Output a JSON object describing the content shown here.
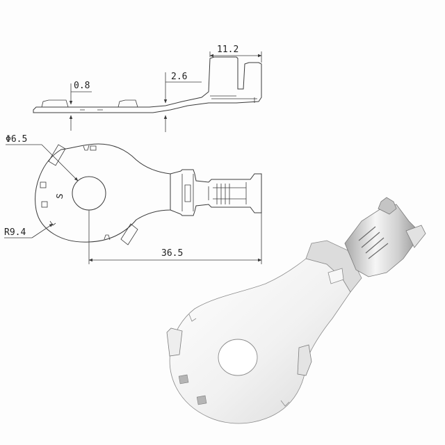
{
  "drawing": {
    "dims": {
      "length_total": "36.5",
      "crimp_length": "11.2",
      "offset_height": "2.6",
      "thickness": "0.8",
      "hole_diameter": "Φ6.5",
      "ring_radius": "R9.4"
    },
    "stamp_mark": "S"
  },
  "colors": {
    "line": "#3a3a3a",
    "background": "#fdfdfd",
    "metal_light": "#f2f2f2",
    "metal_shade": "#d6d6d6",
    "metal_dark": "#9a9a9a"
  }
}
